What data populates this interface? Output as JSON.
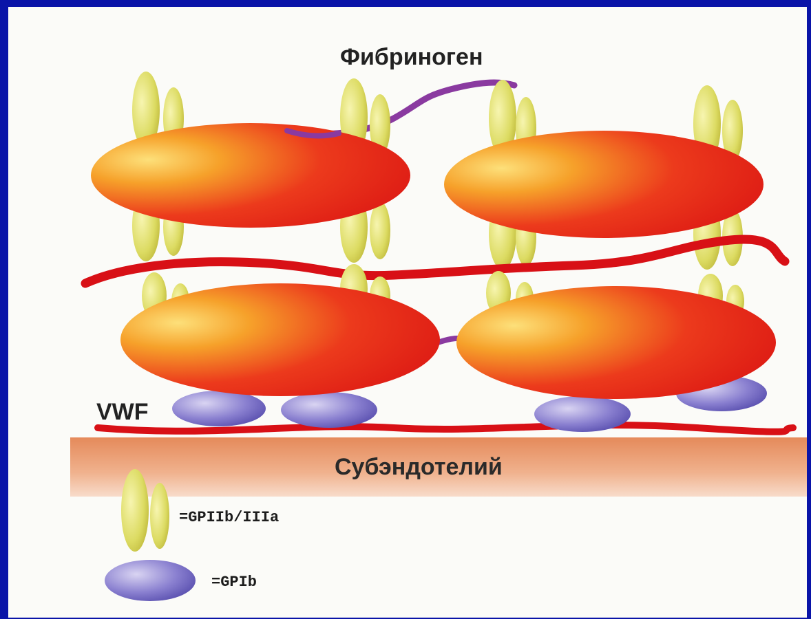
{
  "labels": {
    "fibrinogen": "Фибриноген",
    "vwf": "VWF",
    "subendothelium": "Субэндотелий"
  },
  "legend": {
    "gpiib_iiia": "=GPIIb/IIIa",
    "gpib": "=GPIb"
  },
  "colors": {
    "background_border": "#0a14a8",
    "panel": "#fbfbf8",
    "platelet_orange": "#f5a623",
    "platelet_red": "#e8231a",
    "receptor_yellow": "#dfe06a",
    "gpib_purple": "#7a70c8",
    "fibrinogen_purple": "#8a3aa0",
    "vwf_red": "#d81016",
    "subendothelium": "#e89a70"
  }
}
